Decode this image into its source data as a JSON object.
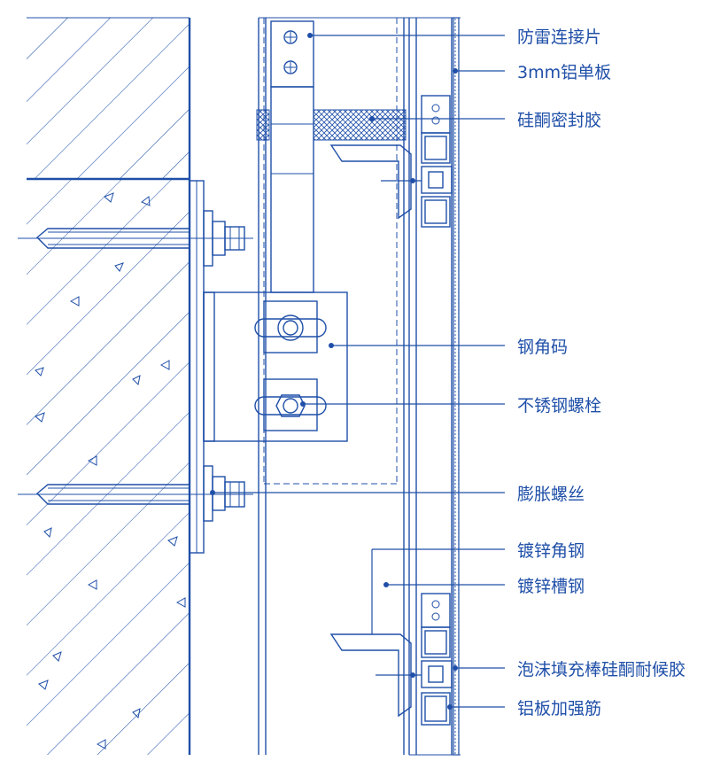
{
  "colors": {
    "line": "#1f4fa8",
    "background": "#ffffff"
  },
  "labels": {
    "lightning_connector": "防雷连接片",
    "aluminum_panel": "3mm铝单板",
    "silicone_sealant": "硅酮密封胶",
    "steel_angle_bracket": "钢角码",
    "stainless_bolt": "不锈钢螺栓",
    "expansion_bolt": "膨胀螺丝",
    "galvanized_angle": "镀锌角钢",
    "galvanized_channel": "镀锌槽钢",
    "foam_rod_weather_sealant": "泡沫填充棒硅酮耐候胶",
    "panel_stiffener": "铝板加强筋"
  }
}
